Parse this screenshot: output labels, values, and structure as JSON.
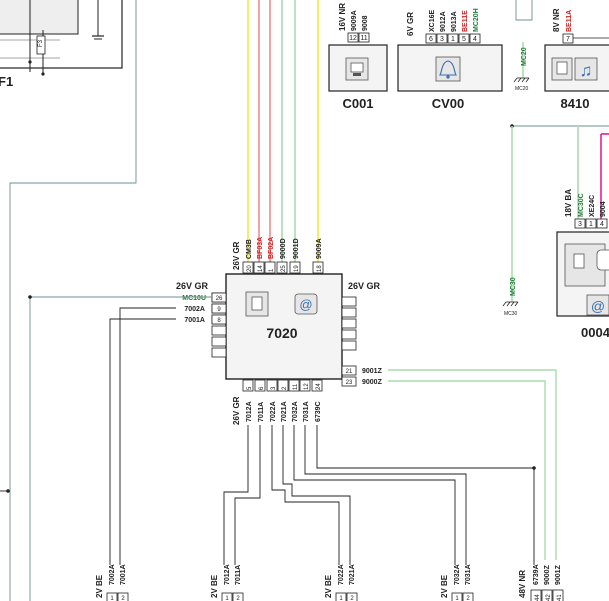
{
  "labels": {
    "f1": "F1",
    "f3": "F3",
    "c001": "C001",
    "cv00": "CV00",
    "c8410": "8410",
    "c0004": "0004",
    "c7020": "7020"
  },
  "c001_pins": {
    "conn": "16V NR",
    "pins": [
      "12",
      "11"
    ],
    "wires": [
      "9009A",
      "9008"
    ]
  },
  "cv00_pins": {
    "conn": "6V GR",
    "pins": [
      "6",
      "3",
      "1",
      "5",
      "4"
    ],
    "wires": [
      "XC16E",
      "9012A",
      "9013A",
      "BE11E",
      "MC20H"
    ]
  },
  "c8410_pins": {
    "conn": "8V NR",
    "pins": [
      "7"
    ],
    "wires": [
      "BE11A"
    ]
  },
  "mc20": {
    "wire": "MC20",
    "ground": "MC20"
  },
  "mc30": {
    "wire": "MC30",
    "ground": "MC30"
  },
  "c0004_pins": {
    "conn": "18V BA",
    "pins": [
      "3",
      "1",
      "4"
    ],
    "wires": [
      "MC30C",
      "XE24C",
      "9004"
    ]
  },
  "c7020_top": {
    "conn": "26V GR",
    "pins": [
      "20",
      "14",
      "1",
      "25",
      "19",
      "18"
    ],
    "wires": [
      "CM3B",
      "BF03A",
      "BF02A",
      "9000D",
      "9001D",
      "9009A"
    ]
  },
  "c7020_left": {
    "conn": "26V GR",
    "pins": [
      "26",
      "9",
      "8"
    ],
    "wires": [
      "MC10U",
      "7002A",
      "7001A"
    ]
  },
  "c7020_right": {
    "conn": "26V GR",
    "pins": [
      "21",
      "23"
    ],
    "wires": [
      "9001Z",
      "9000Z"
    ]
  },
  "c7020_bottom": {
    "conn": "26V GR",
    "pins": [
      "5",
      "6",
      "3",
      "2",
      "11",
      "12",
      "24"
    ],
    "wires": [
      "7012A",
      "7011A",
      "7022A",
      "7021A",
      "7032A",
      "7031A",
      "6739C"
    ]
  },
  "bottom_conns": [
    {
      "conn": "2V BE",
      "wires": [
        "7002A",
        "7001A"
      ],
      "pins": [
        "1",
        "2"
      ]
    },
    {
      "conn": "2V BE",
      "wires": [
        "7012A",
        "7011A"
      ],
      "pins": [
        "1",
        "2"
      ]
    },
    {
      "conn": "2V BE",
      "wires": [
        "7022A",
        "7021A"
      ],
      "pins": [
        "1",
        "2"
      ]
    },
    {
      "conn": "2V BE",
      "wires": [
        "7032A",
        "7031A"
      ],
      "pins": [
        "1",
        "2"
      ]
    },
    {
      "conn": "48V NR",
      "wires": [
        "6739A",
        "9000Z",
        "9001Z"
      ],
      "pins": [
        "44",
        "42",
        "41"
      ]
    }
  ],
  "colors": {
    "ink": "#222222",
    "red": "#d21f1f",
    "green": "#1e7d34",
    "wire_yellow": "#f4ea3a",
    "wire_red": "#f08a8a",
    "wire_green": "#a9dcae",
    "wire_gray": "#6f8f8f",
    "wire_magenta": "#e0209a",
    "box_fill": "#f4f4f4",
    "box_inner": "#e6e6e6"
  }
}
